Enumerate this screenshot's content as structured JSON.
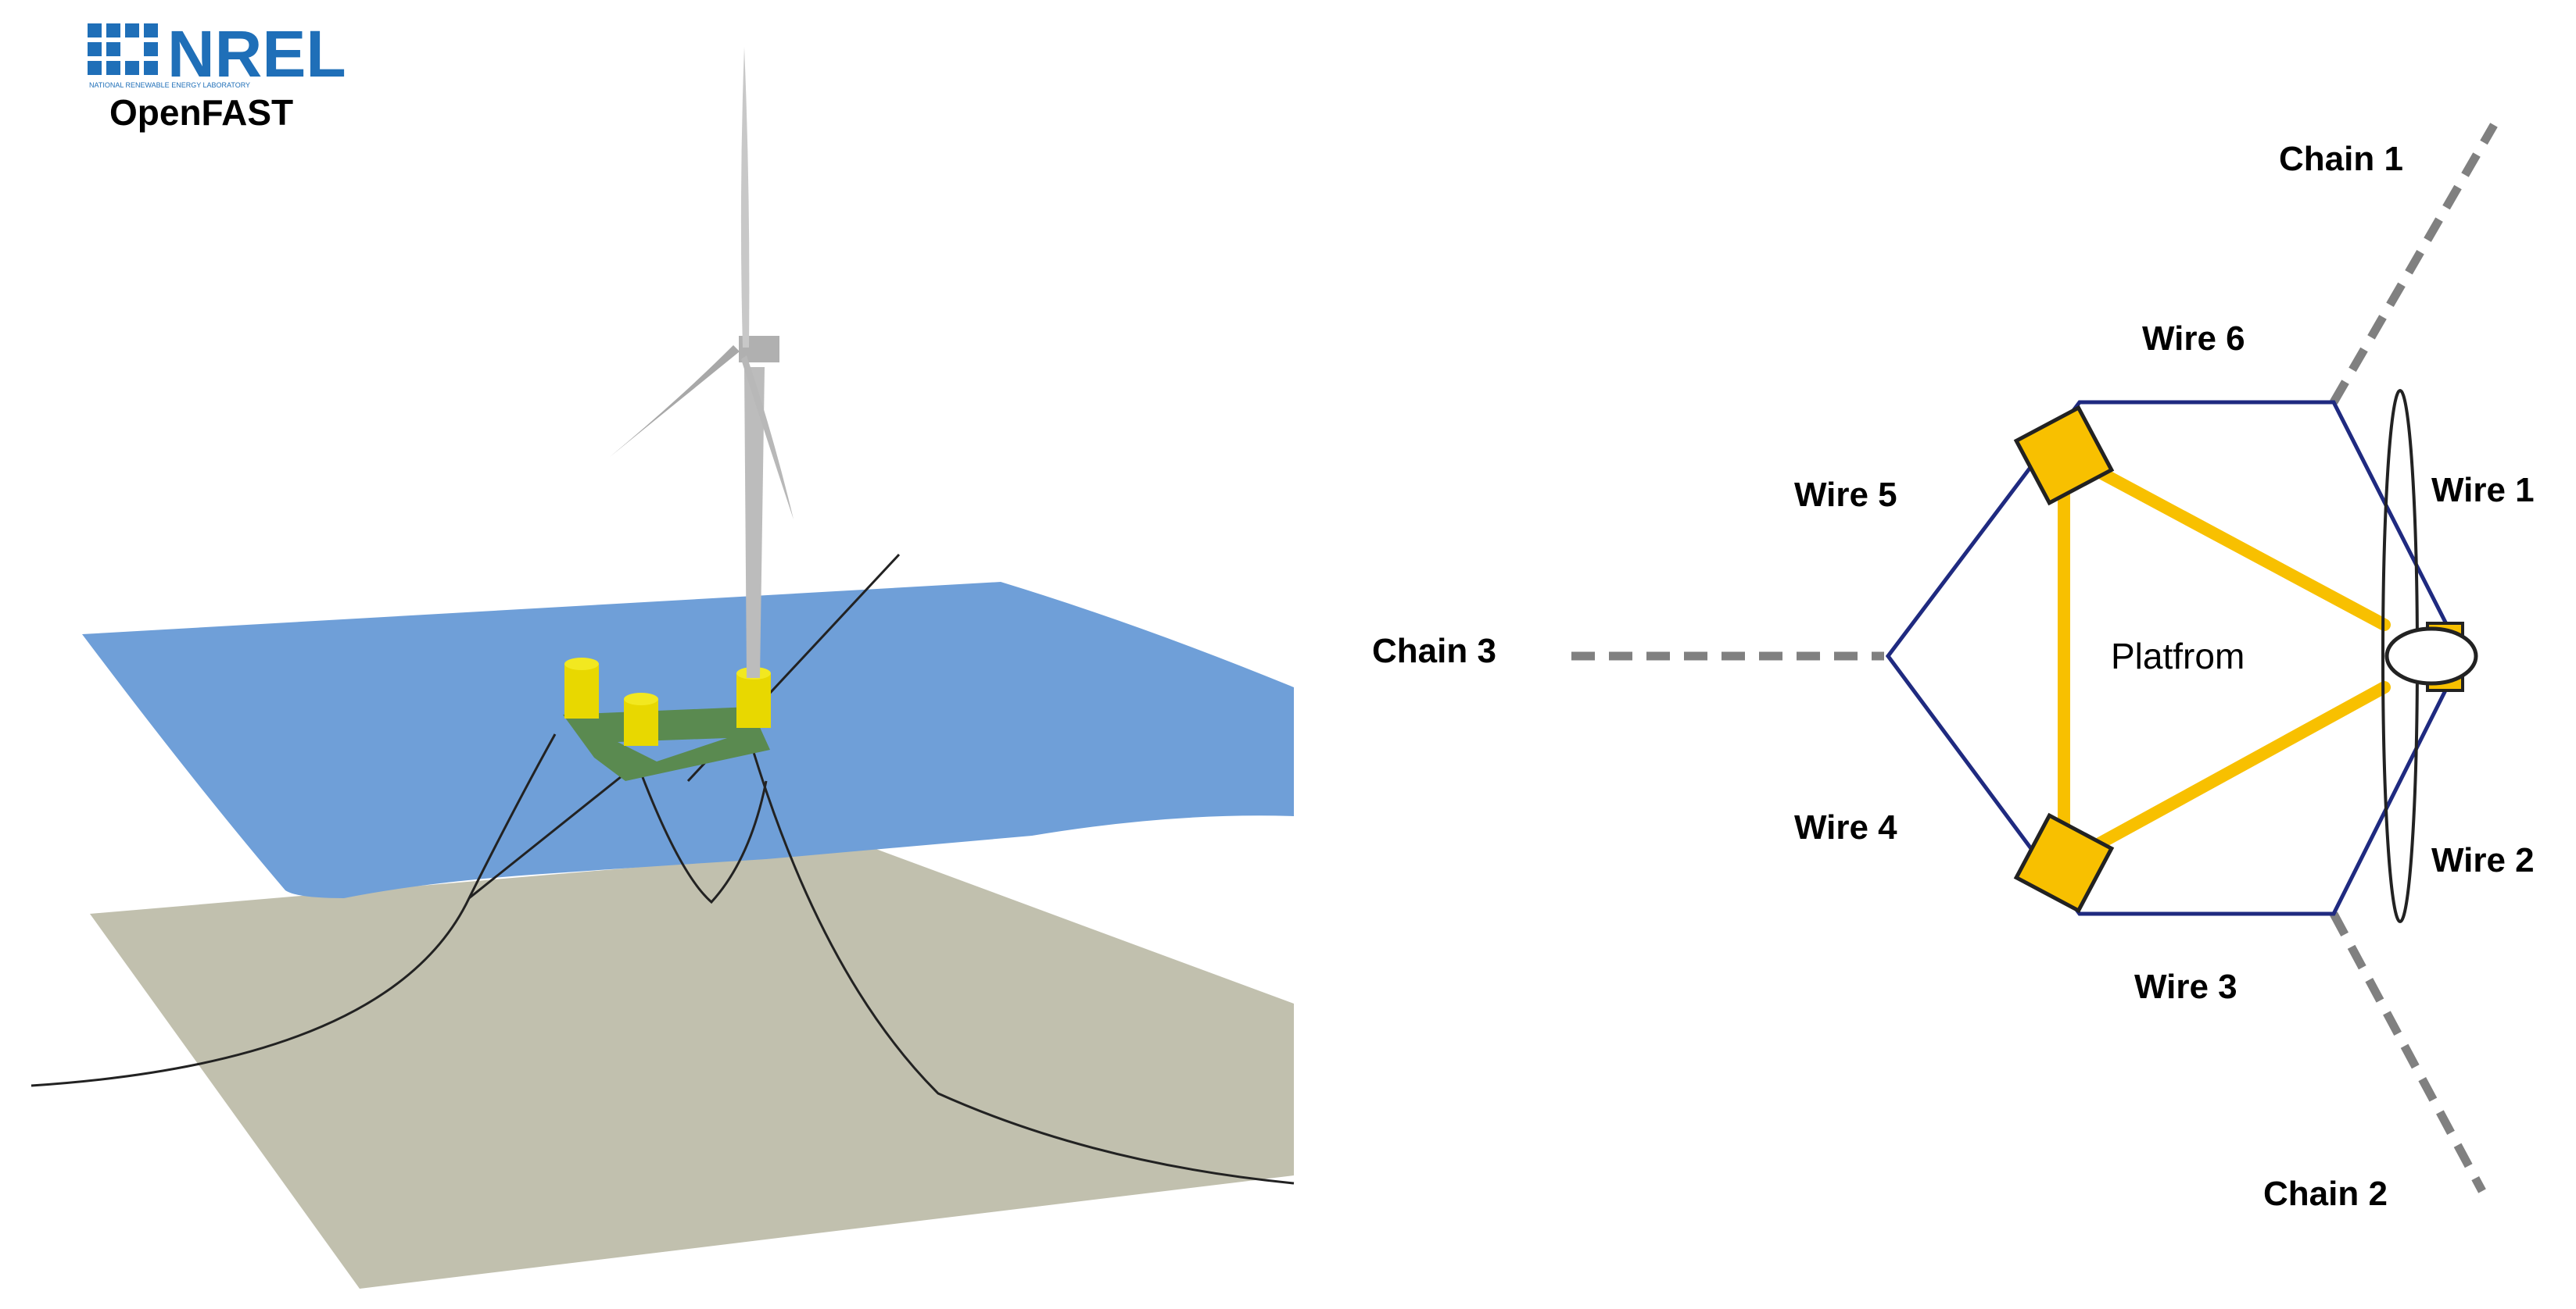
{
  "logo": {
    "brand": "NREL",
    "tagline": "NATIONAL RENEWABLE ENERGY LABORATORY",
    "product": "OpenFAST",
    "color": "#1f6fb8"
  },
  "diagram": {
    "platform_label": "Platfrom",
    "chains": [
      {
        "id": "chain1",
        "label": "Chain 1"
      },
      {
        "id": "chain2",
        "label": "Chain 2"
      },
      {
        "id": "chain3",
        "label": "Chain 3"
      }
    ],
    "wires": [
      {
        "id": "wire1",
        "label": "Wire 1"
      },
      {
        "id": "wire2",
        "label": "Wire 2"
      },
      {
        "id": "wire3",
        "label": "Wire 3"
      },
      {
        "id": "wire4",
        "label": "Wire 4"
      },
      {
        "id": "wire5",
        "label": "Wire 5"
      },
      {
        "id": "wire6",
        "label": "Wire 6"
      }
    ],
    "colors": {
      "hexagon": "#1f2a80",
      "platform": "#f8c000",
      "chain": "#808080",
      "sea": "#6f9fd8",
      "seabed": "#c1c0ae",
      "column": "#e8d800",
      "pontoon": "#5a8a50",
      "tower": "#bcbcbc"
    }
  }
}
